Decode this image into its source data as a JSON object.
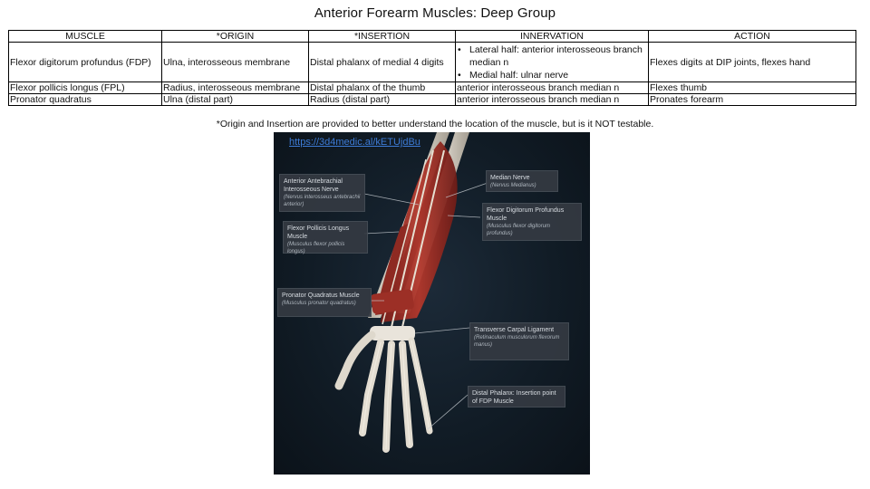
{
  "title": "Anterior Forearm Muscles: Deep Group",
  "table": {
    "headers": [
      "MUSCLE",
      "*ORIGIN",
      "*INSERTION",
      "INNERVATION",
      "ACTION"
    ],
    "rows": [
      {
        "muscle": "Flexor digitorum profundus (FDP)",
        "origin": "Ulna, interosseous membrane",
        "insertion": "Distal phalanx of medial 4 digits",
        "innervation": [
          "Lateral half: anterior interosseous branch median n",
          "Medial half: ulnar nerve"
        ],
        "action": "Flexes digits at DIP joints, flexes hand"
      },
      {
        "muscle": "Flexor pollicis longus (FPL)",
        "origin": "Radius, interosseous membrane",
        "insertion": "Distal phalanx of the thumb",
        "innervation": "anterior interosseous branch median n",
        "action": "Flexes thumb"
      },
      {
        "muscle": "Pronator quadratus",
        "origin": "Ulna (distal part)",
        "insertion": "Radius (distal part)",
        "innervation": "anterior interosseous branch median n",
        "action": "Pronates forearm"
      }
    ]
  },
  "note": "*Origin and Insertion are provided to better understand the location of the muscle, but is it NOT testable.",
  "figure": {
    "link": "https://3d4medic.al/kETUjdBu",
    "labels": {
      "aain": {
        "main": "Anterior Antebrachial Interosseous Nerve",
        "sub": "(Nervus interosseus antebrachii anterior)"
      },
      "fpl": {
        "main": "Flexor Pollicis Longus Muscle",
        "sub": "(Musculus flexor pollicis longus)"
      },
      "pq": {
        "main": "Pronator Quadratus Muscle",
        "sub": "(Musculus pronator quadratus)"
      },
      "median": {
        "main": "Median Nerve",
        "sub": "(Nervus Medianus)"
      },
      "fdp": {
        "main": "Flexor Digitorum Profundus Muscle",
        "sub": "(Musculus flexor digitorum profundus)"
      },
      "tcl": {
        "main": "Transverse Carpal Ligament",
        "sub": "(Retinaculum musculorum flexorum manus)"
      },
      "dp": {
        "main": "Distal Phalanx: Insertion point of FDP Muscle",
        "sub": ""
      }
    }
  }
}
